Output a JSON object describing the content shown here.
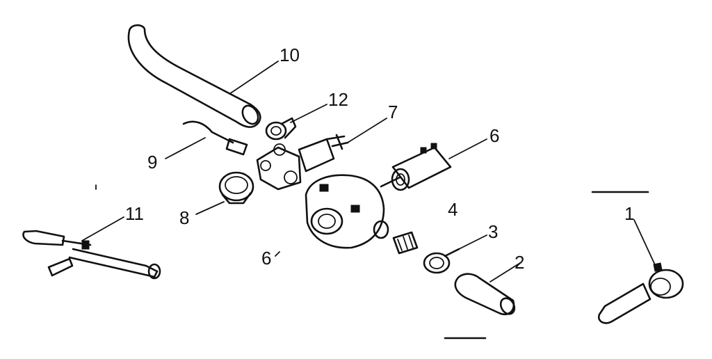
{
  "diagram": {
    "labels": {
      "part_1": "1",
      "part_2": "2",
      "part_3": "3",
      "part_4": "4",
      "part_6_upper": "6",
      "part_6_lower": "6",
      "part_7": "7",
      "part_8": "8",
      "part_9": "9",
      "part_10": "10",
      "part_11": "11",
      "part_12": "12"
    },
    "colors": {
      "ink": "#111111",
      "paper": "#ffffff"
    }
  }
}
